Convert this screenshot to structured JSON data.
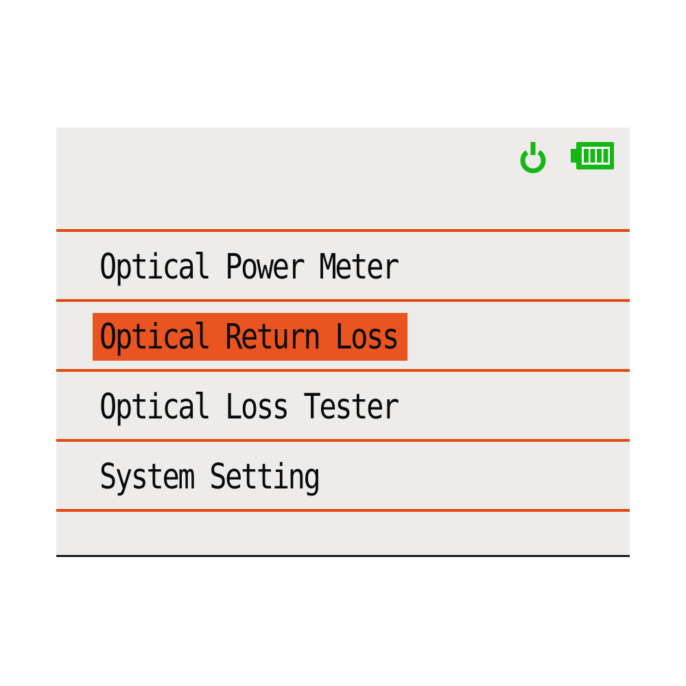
{
  "colors": {
    "page_bg": "#FFFFFF",
    "panel_bg": "#EDECEA",
    "divider_orange": "#E2490F",
    "highlight_orange": "#EA5420",
    "icon_green": "#14B714",
    "text_black": "#0A0A0A",
    "bottom_border_black": "#1A1A1A"
  },
  "status_bar": {
    "power_icon": "power-icon",
    "battery_icon": "battery-icon",
    "battery_bars_filled": 4,
    "battery_bars_total": 4
  },
  "menu": {
    "selected_index": 1,
    "items": [
      {
        "label": "Optical Power Meter",
        "selected": false
      },
      {
        "label": "Optical Return Loss",
        "selected": true
      },
      {
        "label": "Optical Loss Tester",
        "selected": false
      },
      {
        "label": "System Setting",
        "selected": false
      }
    ]
  }
}
